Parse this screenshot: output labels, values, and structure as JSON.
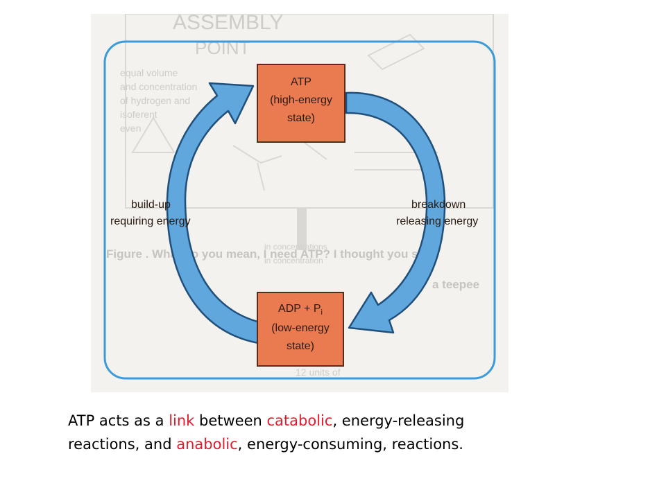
{
  "diagram": {
    "top_box": {
      "line1": "ATP",
      "line2": "(high-energy",
      "line3": "state)"
    },
    "bottom_box": {
      "line1": "ADP + P",
      "subscript": "i",
      "line2": "(low-energy",
      "line3": "state)"
    },
    "left_label": {
      "line1": "build-up",
      "line2": "requiring energy"
    },
    "right_label": {
      "line1": "breakdown",
      "line2": "releasing energy"
    },
    "background": {
      "heading": "ASSEMBLY",
      "heading2": "POINT",
      "faint_lines": [
        "equal volume",
        "and concentration",
        "of hydrogen and",
        "isoferent",
        "even"
      ],
      "figure_caption": "Figure . What do you mean, I need ATP? I thought you said",
      "figure_caption2": "a teepee",
      "side_text": "in concentrations",
      "side_text2": "in concentration",
      "units_text": "12 units of"
    },
    "colors": {
      "box_fill": "#ea7a4f",
      "box_stroke": "#5a2a1a",
      "arrow_fill": "#5fa7dd",
      "arrow_stroke": "#1f4f7a",
      "frame_stroke": "#3b9ad9",
      "paper": "#f3f2ee"
    }
  },
  "caption": {
    "part1": "ATP acts as a ",
    "hl1": "link",
    "part2": " between ",
    "hl2": "catabolic",
    "part3": ", energy-releasing",
    "part4": "reactions, and ",
    "hl3": "anabolic",
    "part5": ", energy-consuming, reactions.",
    "highlight_color": "#e8192c"
  }
}
